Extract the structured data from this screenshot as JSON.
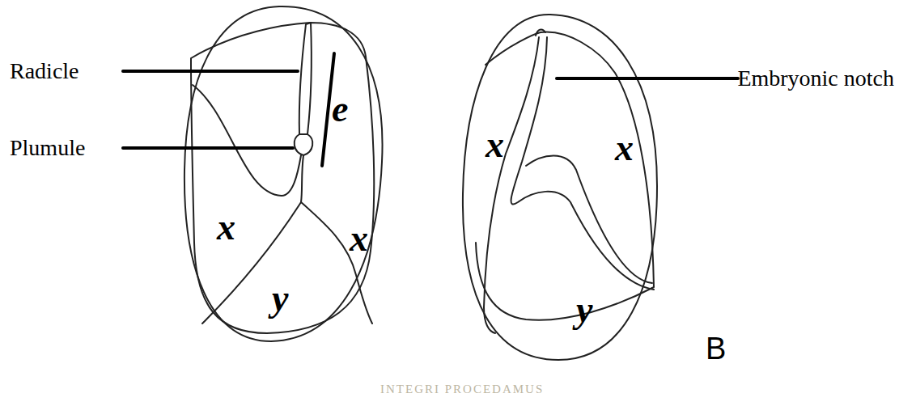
{
  "diagram": {
    "labels": [
      "Radicle",
      "e",
      "Plumule",
      "x",
      "x",
      "y",
      "Embryonic notch",
      "x",
      "x",
      "y",
      "B",
      "INTEGRI PROCEDAMUS"
    ]
  }
}
